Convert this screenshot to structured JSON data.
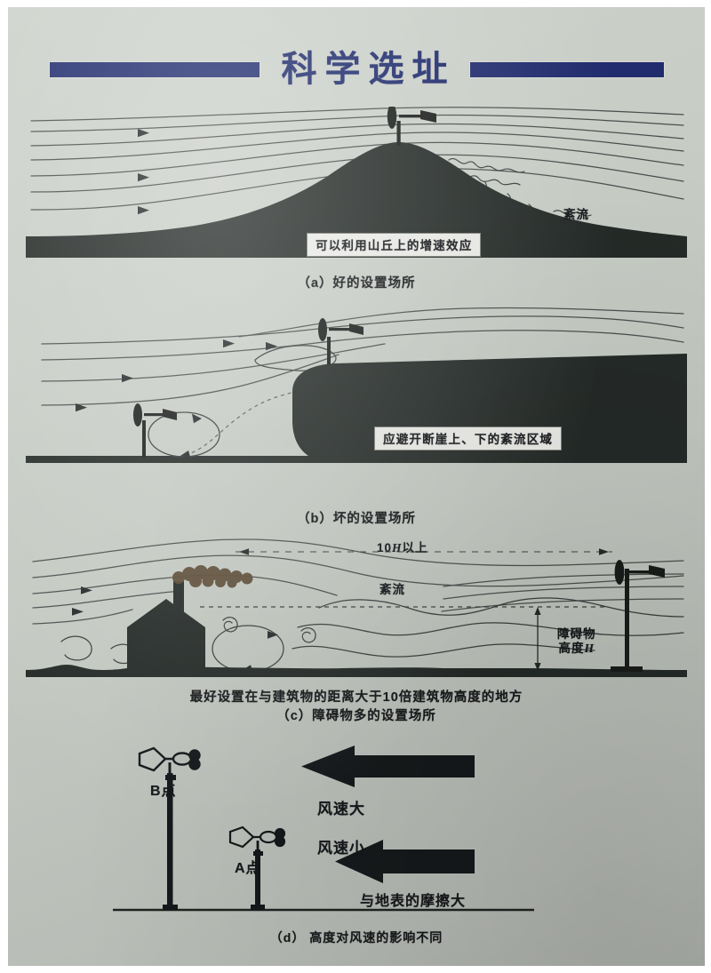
{
  "header": {
    "title": "科学选址",
    "rule_color": "#212c6e",
    "title_color": "#1d2a6b"
  },
  "page": {
    "background_color": "#c5cac3",
    "ink_color": "#1c1f1c"
  },
  "panels": [
    {
      "id": "a",
      "caption": "（a）好的设置场所",
      "note": "可以利用山丘上的增速效应",
      "turbulence_label": "紊流",
      "scene": "wind flow accelerating over a rounded hill with an anemometer on the summit and turbulent wake downwind"
    },
    {
      "id": "b",
      "caption": "（b）坏的设置场所",
      "note": "应避开断崖上、下的紊流区域",
      "scene": "wind flow over a cliff with recirculation eddies above and below the escarpment, anemometers at both levels"
    },
    {
      "id": "c",
      "caption": "（c）障碍物多的设置场所",
      "sub_caption": "最好设置在与建筑物的距离大于10倍建筑物高度的地方",
      "distance_label": "10H以上",
      "distance_label_prefix": "10",
      "distance_label_var": "H",
      "distance_label_suffix": "以上",
      "turbulence_label": "紊流",
      "height_label_line1": "障碍物",
      "height_label_line2": "高度",
      "height_label_var": "H",
      "scene": "house with smoking chimney creating turbulent wake; mast with anemometer placed far downwind"
    },
    {
      "id": "d",
      "caption": "（d） 高度对风速的影响不同",
      "point_high": "B点",
      "point_low": "A点",
      "wind_fast": "风速大",
      "wind_slow": "风速小",
      "friction_note": "与地表的摩擦大",
      "scene": "two anemometer masts of different heights with a long arrow for strong wind aloft and a short arrow for weak wind near the ground"
    }
  ],
  "icons": {
    "anemometer": "anemometer-icon",
    "wind_vane": "wind-vane-icon",
    "house": "house-icon",
    "arrow_left": "arrow-left-icon"
  }
}
